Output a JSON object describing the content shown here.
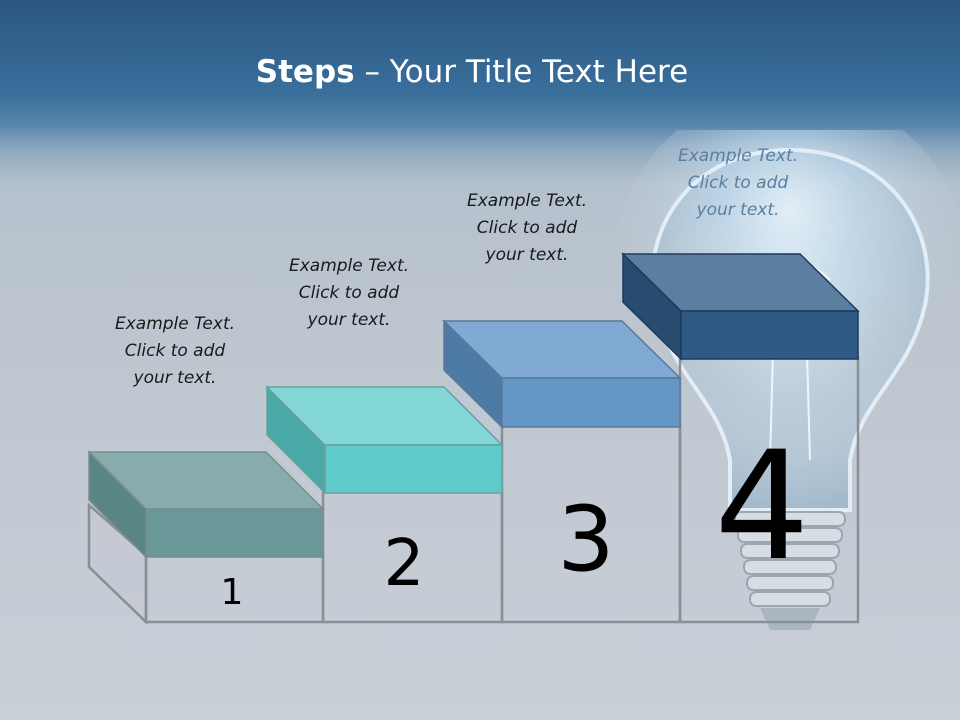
{
  "title": {
    "bold": "Steps",
    "rest": " – Your Title Text Here"
  },
  "steps": [
    {
      "number": "1",
      "text": [
        "Example Text.",
        "Click  to add",
        "your text."
      ],
      "color_front": "#6a9898",
      "color_top": "#86acab",
      "color_side": "#5a8585"
    },
    {
      "number": "2",
      "text": [
        "Example Text.",
        "Click  to add",
        "your text."
      ],
      "color_front": "#5ecaca",
      "color_top": "#82d6d6",
      "color_side": "#4aa8a7"
    },
    {
      "number": "3",
      "text": [
        "Example Text.",
        "Click  to add",
        "your text."
      ],
      "color_front": "#6496c6",
      "color_top": "#80a9d3",
      "color_side": "#4e7aa6"
    },
    {
      "number": "4",
      "text": [
        "Example Text.",
        "Click  to add",
        "your text."
      ],
      "color_front": "#305a86",
      "color_top": "#5a7fa0",
      "color_side": "#284b70"
    }
  ]
}
